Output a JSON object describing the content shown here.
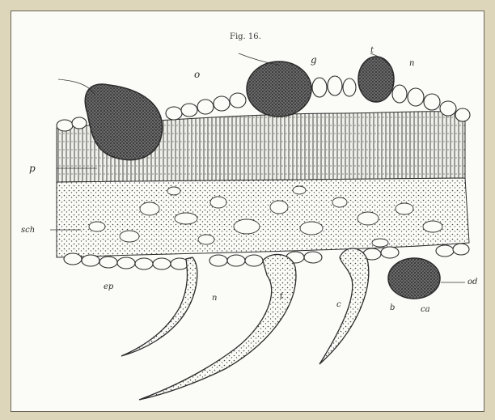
{
  "figure": {
    "title": "Fig. 16.",
    "labels": {
      "o_top": "o",
      "g_top": "g",
      "t_top": "t",
      "n_top": "n",
      "p_left": "p",
      "sch_left": "sch",
      "ep_bottom": "ep",
      "n_bottom": "n",
      "c_bottom": "c",
      "t_bottom": "t",
      "b_bottom": "b",
      "ca_bottom": "ca",
      "od_right": "od"
    }
  },
  "colors": {
    "ink": "#2b2b2b",
    "paper": "#fbfbf8",
    "frame": "#ddd6bb"
  }
}
